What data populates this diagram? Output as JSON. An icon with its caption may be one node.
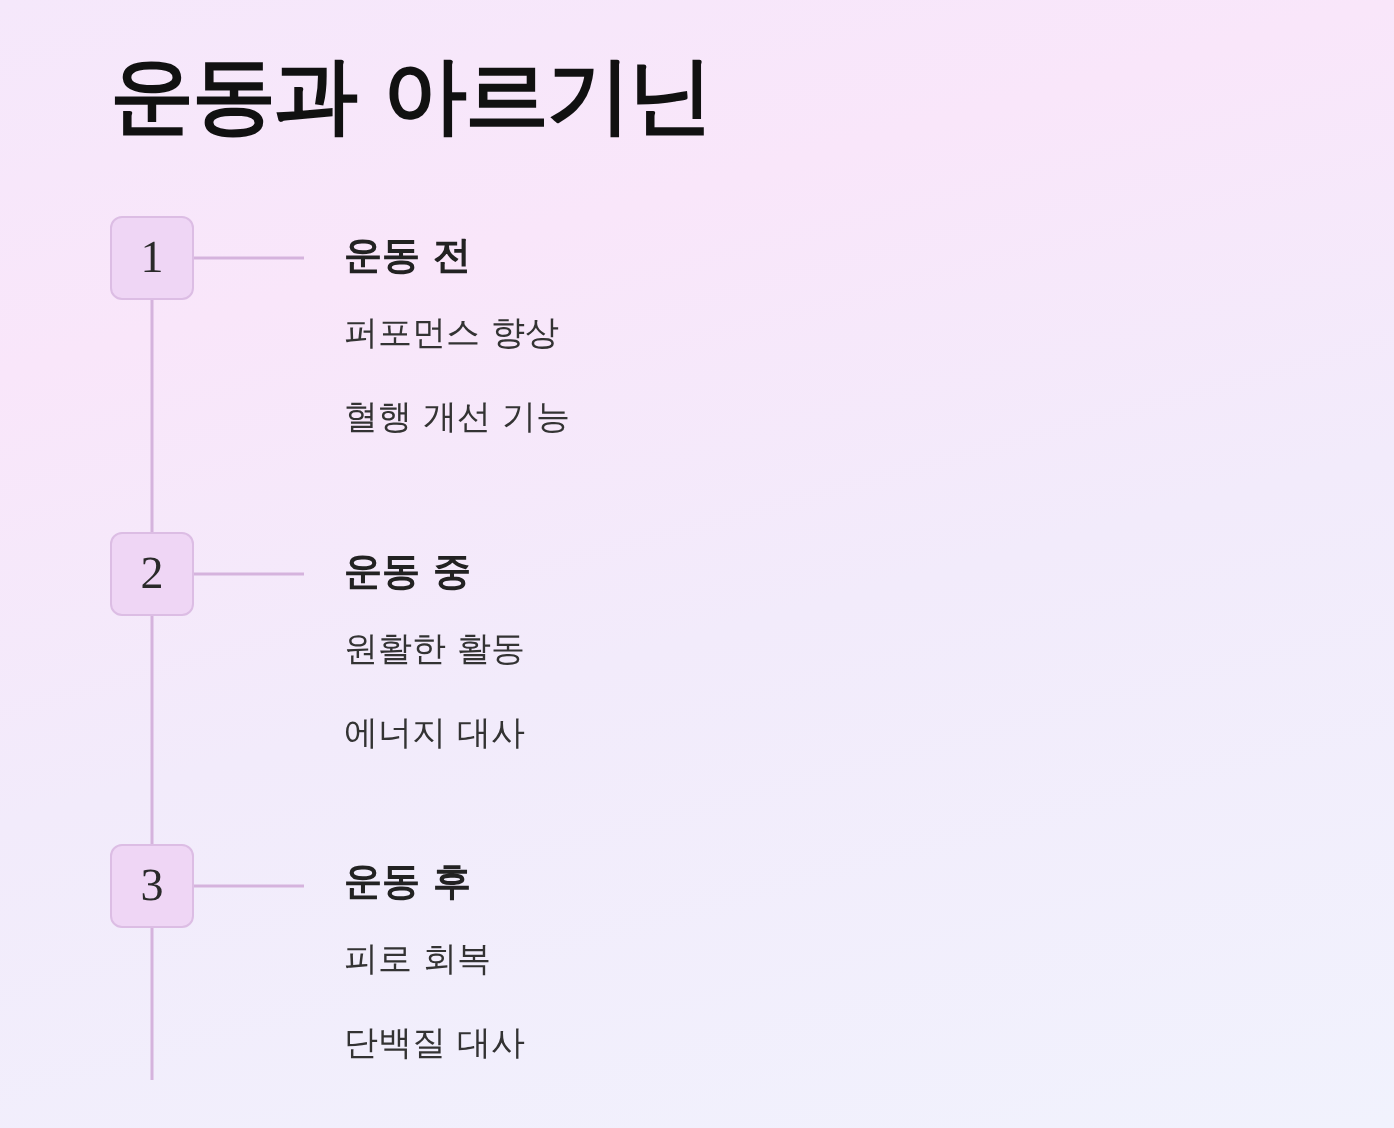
{
  "diagram": {
    "title": "운동과 아르기닌",
    "nodes": [
      {
        "text": [
          "1"
        ]
      },
      {
        "text": [
          "운동 전",
          "퍼포먼스 향상",
          "혈행 개선 기능"
        ]
      },
      {
        "text": [
          "2"
        ]
      },
      {
        "text": [
          "운동 중",
          "원활한 활동",
          "에너지 대사"
        ]
      },
      {
        "text": [
          "3"
        ]
      },
      {
        "text": [
          "운동 후",
          "피로 회복",
          "단백질 대사"
        ]
      }
    ],
    "edges": [
      {
        "from": 0,
        "to": 1,
        "arrow": "none"
      },
      {
        "from": 0,
        "to": 2,
        "arrow": "none"
      },
      {
        "from": 2,
        "to": 3,
        "arrow": "none"
      },
      {
        "from": 2,
        "to": 4,
        "arrow": "none"
      },
      {
        "from": 4,
        "to": 5,
        "arrow": "none"
      },
      {
        "from": 4,
        "to": null,
        "arrow": "none"
      }
    ]
  }
}
